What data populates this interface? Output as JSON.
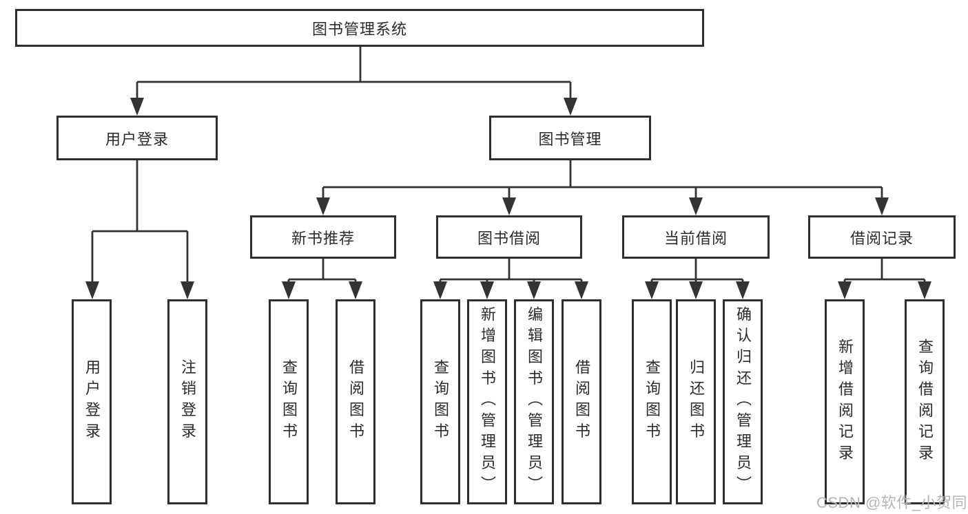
{
  "tree": {
    "root": {
      "label": "图书管理系统"
    },
    "branches": [
      {
        "label": "用户登录",
        "children": [
          {
            "label": "用户登录"
          },
          {
            "label": "注销登录"
          }
        ]
      },
      {
        "label": "图书管理",
        "groups": [
          {
            "label": "新书推荐",
            "children": [
              {
                "label": "查询图书"
              },
              {
                "label": "借阅图书"
              }
            ]
          },
          {
            "label": "图书借阅",
            "children": [
              {
                "label": "查询图书"
              },
              {
                "label": "新增图书（管理员）"
              },
              {
                "label": "编辑图书（管理员）"
              },
              {
                "label": "借阅图书"
              }
            ]
          },
          {
            "label": "当前借阅",
            "children": [
              {
                "label": "查询图书"
              },
              {
                "label": "归还图书"
              },
              {
                "label": "确认归还（管理员）"
              }
            ]
          },
          {
            "label": "借阅记录",
            "children": [
              {
                "label": "新增借阅记录"
              },
              {
                "label": "查询借阅记录"
              }
            ]
          }
        ]
      }
    ]
  },
  "watermark": {
    "text": "CSDN @软件_小贺同学"
  },
  "colors": {
    "line": "#333333",
    "box_border": "#2e2e2e",
    "text": "#2b2b2b",
    "watermark": "#b5b5b5",
    "background": "#ffffff"
  }
}
